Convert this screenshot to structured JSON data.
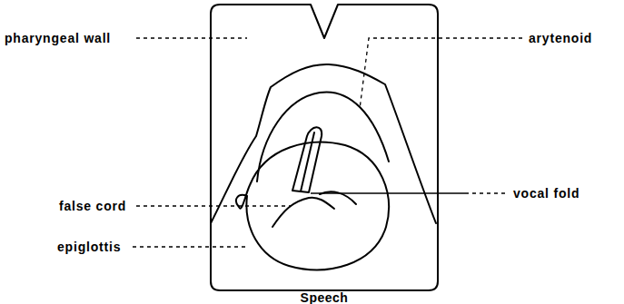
{
  "diagram": {
    "caption": "Speech",
    "labels": [
      "pharyngeal wall",
      "arytenoid",
      "false cord",
      "vocal fold",
      "epiglottis"
    ]
  }
}
